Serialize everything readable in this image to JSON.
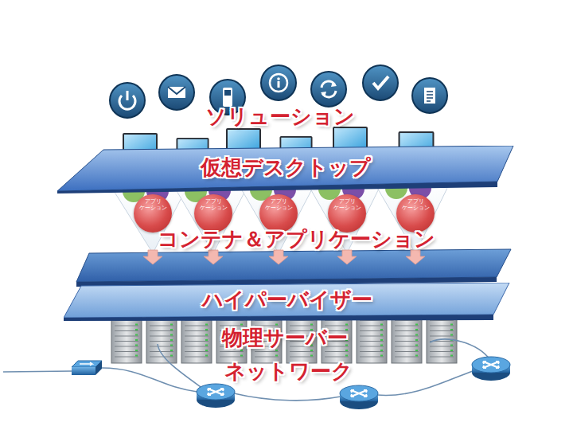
{
  "diagram": {
    "nodes": [
      {
        "text": [
          "仮想デスクトップ"
        ]
      },
      {
        "text": [
          "アプリ ケーション"
        ]
      },
      {
        "text": [
          "アプリ ケーション"
        ]
      },
      {
        "text": [
          "アプリ ケーション"
        ]
      },
      {
        "text": [
          "アプリ ケーション"
        ]
      },
      {
        "text": [
          "アプリ ケーション"
        ]
      },
      {
        "text": [
          "ハイパーバイザー"
        ]
      }
    ],
    "labels": [
      "ソリューション",
      "コンテナ＆アプリケーション",
      "物理サーバー",
      "ネットワーク"
    ]
  }
}
